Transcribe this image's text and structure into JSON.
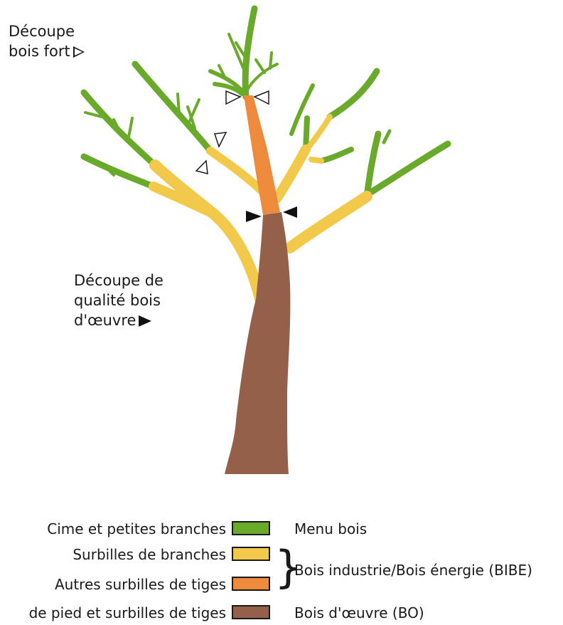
{
  "labels": {
    "top_line1": "Découpe",
    "top_line2": "bois fort",
    "mid_line1": "Découpe de",
    "mid_line2": "qualité bois",
    "mid_line3": "d'œuvre"
  },
  "colors": {
    "green": "#6aaa2a",
    "yellow": "#f2c94a",
    "orange": "#ee8a3c",
    "brown": "#94604a"
  },
  "legend": [
    {
      "left": "Cime et petites branches",
      "color": "#6aaa2a",
      "right": "Menu bois"
    },
    {
      "left": "Surbilles de branches",
      "color": "#f2c94a",
      "right": ""
    },
    {
      "left": "Autres surbilles de tiges",
      "color": "#ee8a3c",
      "right": "Bois industrie/Bois énergie (BIBE)"
    },
    {
      "left": "de pied et surbilles de tiges",
      "color": "#94604a",
      "right": "Bois d'œuvre (BO)"
    }
  ],
  "brace": "}"
}
